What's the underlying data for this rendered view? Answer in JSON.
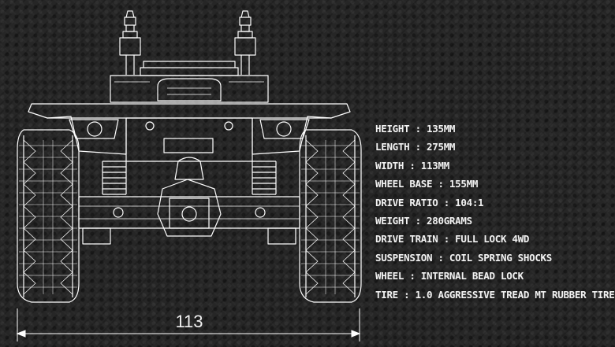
{
  "dimension_label": "113",
  "specs": [
    "HEIGHT : 135MM",
    "LENGTH : 275MM",
    "WIDTH : 113MM",
    "WHEEL BASE : 155MM",
    "DRIVE RATIO : 104:1",
    "WEIGHT : 280GRAMS",
    "DRIVE TRAIN : FULL LOCK 4WD",
    "SUSPENSION : COIL SPRING SHOCKS",
    "WHEEL : INTERNAL BEAD LOCK",
    "TIRE : 1.0 AGGRESSIVE TREAD MT RUBBER TIRE"
  ],
  "colors": {
    "line": "#ffffff",
    "background": "#262626"
  }
}
